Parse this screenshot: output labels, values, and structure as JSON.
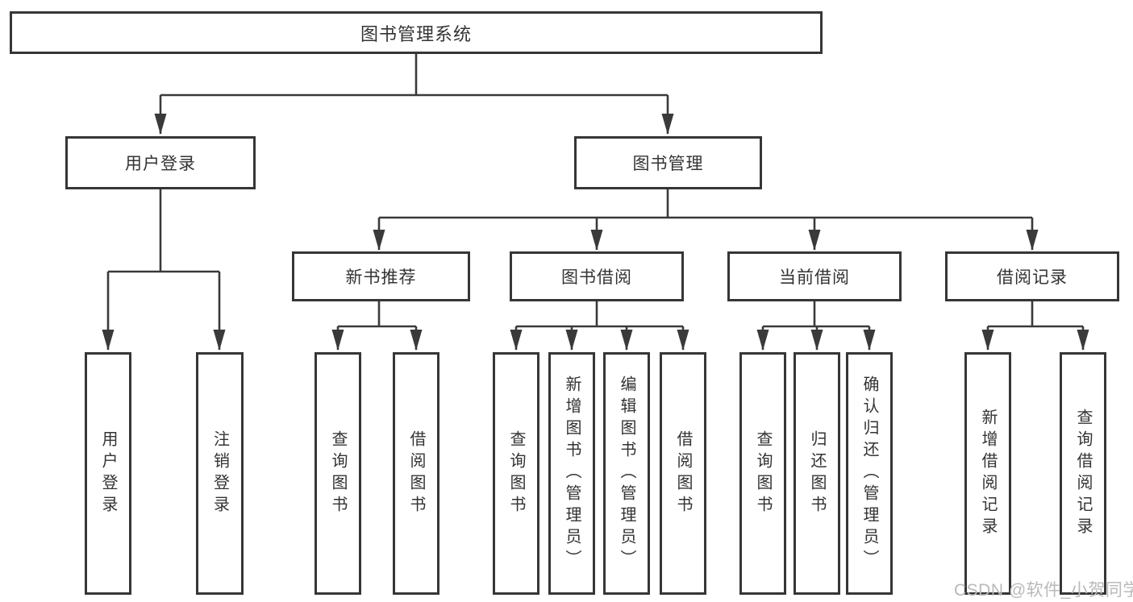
{
  "nodes": {
    "root": "图书管理系统",
    "level2": {
      "user_login": "用户登录",
      "book_mgmt": "图书管理"
    },
    "level3": {
      "new_books": "新书推荐",
      "borrowing": "图书借阅",
      "current": "当前借阅",
      "records": "借阅记录"
    },
    "leaves": {
      "user_login": "用户登录",
      "logout": "注销登录",
      "nb_query": "查询图书",
      "nb_borrow": "借阅图书",
      "bw_query": "查询图书",
      "bw_add": "新增图书（管理员）",
      "bw_edit": "编辑图书（管理员）",
      "bw_borrow": "借阅图书",
      "cur_query": "查询图书",
      "cur_return": "归还图书",
      "cur_confirm": "确认归还（管理员）",
      "rec_add": "新增借阅记录",
      "rec_query": "查询借阅记录"
    }
  },
  "watermark": "CSDN @软件_小贺同学",
  "colors": {
    "line": "#3a3a3a",
    "border": "#363636",
    "text": "#333333",
    "watermark": "#b9b9b9",
    "background": "#ffffff"
  }
}
